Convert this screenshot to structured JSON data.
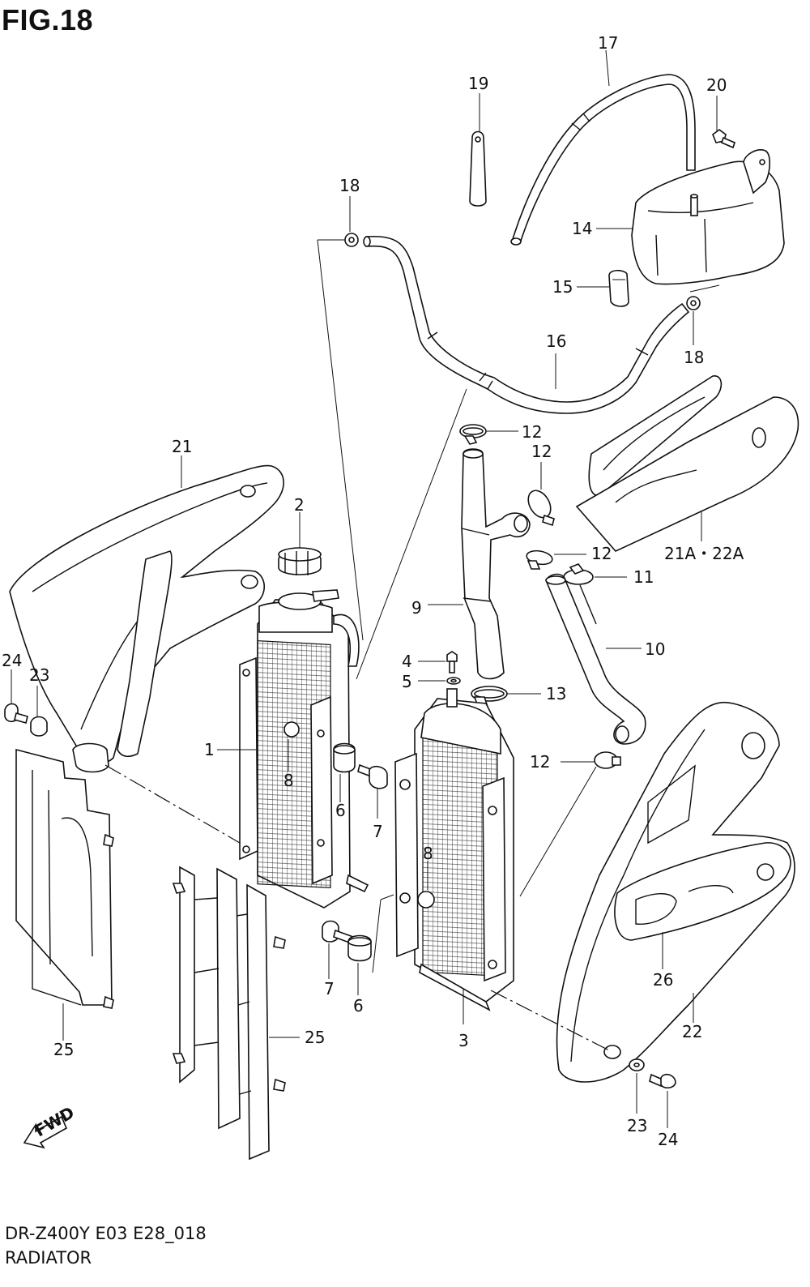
{
  "figure": {
    "title": "FIG.18"
  },
  "footer": {
    "model_code": "DR-Z400Y E03 E28_018",
    "section_name": "RADIATOR"
  },
  "direction_marker": {
    "text": "FWD"
  },
  "callouts": [
    {
      "id": "c17",
      "label": "17"
    },
    {
      "id": "c19",
      "label": "19"
    },
    {
      "id": "c20",
      "label": "20"
    },
    {
      "id": "c18a",
      "label": "18"
    },
    {
      "id": "c14",
      "label": "14"
    },
    {
      "id": "c15",
      "label": "15"
    },
    {
      "id": "c16",
      "label": "16"
    },
    {
      "id": "c18b",
      "label": "18"
    },
    {
      "id": "c21",
      "label": "21"
    },
    {
      "id": "c12a",
      "label": "12"
    },
    {
      "id": "c12b",
      "label": "12"
    },
    {
      "id": "c2",
      "label": "2"
    },
    {
      "id": "c21a22a",
      "label": "21A・22A"
    },
    {
      "id": "c12c",
      "label": "12"
    },
    {
      "id": "c11",
      "label": "11"
    },
    {
      "id": "c9",
      "label": "9"
    },
    {
      "id": "c10",
      "label": "10"
    },
    {
      "id": "c4",
      "label": "4"
    },
    {
      "id": "c5",
      "label": "5"
    },
    {
      "id": "c13",
      "label": "13"
    },
    {
      "id": "c24a",
      "label": "24"
    },
    {
      "id": "c23a",
      "label": "23"
    },
    {
      "id": "c1",
      "label": "1"
    },
    {
      "id": "c8a",
      "label": "8"
    },
    {
      "id": "c6a",
      "label": "6"
    },
    {
      "id": "c7a",
      "label": "7"
    },
    {
      "id": "c12d",
      "label": "12"
    },
    {
      "id": "c8b",
      "label": "8"
    },
    {
      "id": "c7b",
      "label": "7"
    },
    {
      "id": "c6b",
      "label": "6"
    },
    {
      "id": "c26",
      "label": "26"
    },
    {
      "id": "c3",
      "label": "3"
    },
    {
      "id": "c25a",
      "label": "25"
    },
    {
      "id": "c25b",
      "label": "25"
    },
    {
      "id": "c22",
      "label": "22"
    },
    {
      "id": "c23b",
      "label": "23"
    },
    {
      "id": "c24b",
      "label": "24"
    }
  ]
}
